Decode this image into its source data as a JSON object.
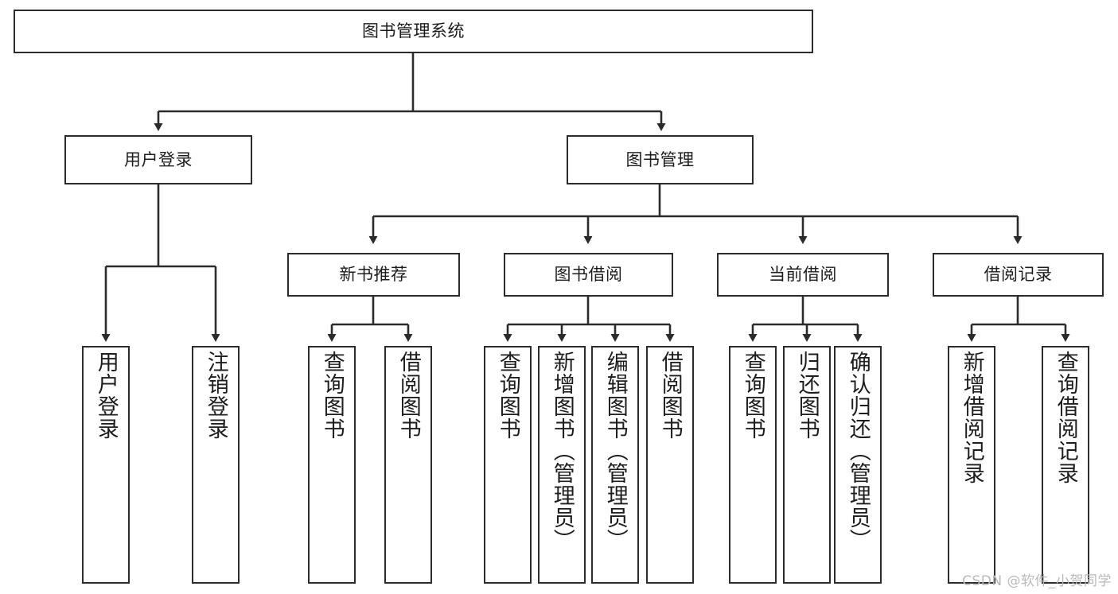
{
  "diagram": {
    "title": "图书管理系统",
    "type": "hierarchy-tree",
    "colors": {
      "border": "#2b2b2b",
      "box_fill": "#ffffff",
      "text": "#1d1d1d",
      "background": "#ffffff",
      "watermark": "#b9b9b9"
    },
    "levels": {
      "root": {
        "label": "图书管理系统"
      },
      "level2": [
        {
          "label": "用户登录"
        },
        {
          "label": "图书管理"
        }
      ],
      "level3": [
        {
          "label": "新书推荐"
        },
        {
          "label": "图书借阅"
        },
        {
          "label": "当前借阅"
        },
        {
          "label": "借阅记录"
        }
      ],
      "leaves": {
        "user_login": [
          {
            "label": "用户登录"
          },
          {
            "label": "注销登录"
          }
        ],
        "new_book_recommend": [
          {
            "label": "查询图书"
          },
          {
            "label": "借阅图书"
          }
        ],
        "book_borrow": [
          {
            "label": "查询图书"
          },
          {
            "label": "新增图书（管理员）"
          },
          {
            "label": "编辑图书（管理员）"
          },
          {
            "label": "借阅图书"
          }
        ],
        "current_borrow": [
          {
            "label": "查询图书"
          },
          {
            "label": "归还图书"
          },
          {
            "label": "确认归还（管理员）"
          }
        ],
        "borrow_records": [
          {
            "label": "新增借阅记录"
          },
          {
            "label": "查询借阅记录"
          }
        ]
      }
    },
    "watermark": "CSDN @软件_小贺同学"
  }
}
